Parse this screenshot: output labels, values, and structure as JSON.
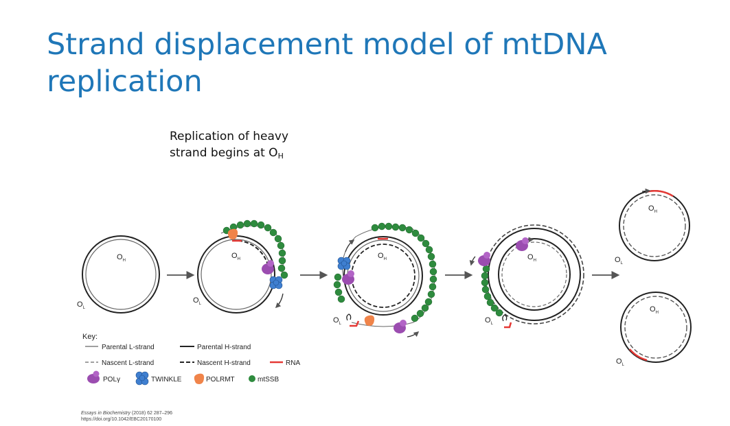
{
  "slide": {
    "title_line1": "Strand displacement model of mtDNA",
    "title_line2": "replication",
    "subtitle_line1": "Replication of heavy",
    "subtitle_line2_prefix": "strand  begins at O",
    "subtitle_line2_sub": "H"
  },
  "diagram": {
    "origin_h": "O",
    "origin_h_sub": "H",
    "origin_l": "O",
    "origin_l_sub": "L"
  },
  "key": {
    "heading": "Key:",
    "parental_l": "Parental L-strand",
    "parental_h": "Parental H-strand",
    "nascent_l": "Nascent L-strand",
    "nascent_h": "Nascent H-strand",
    "rna": "RNA",
    "polg": "POLγ",
    "twinkle": "TWINKLE",
    "polrmt": "POLRMT",
    "mtssb": "mtSSB"
  },
  "citation": {
    "journal": "Essays in Biochemistry",
    "year_vol_pages": " (2018) 62 287–296",
    "doi": "https://doi.org/10.1042/EBC20170100"
  },
  "colors": {
    "title": "#1f77b8",
    "rna": "#e53935",
    "mtssb": "#2e8b3e",
    "polg": "#9b4db0",
    "twinkle": "#3f7fd0",
    "polrmt": "#f0844a"
  }
}
